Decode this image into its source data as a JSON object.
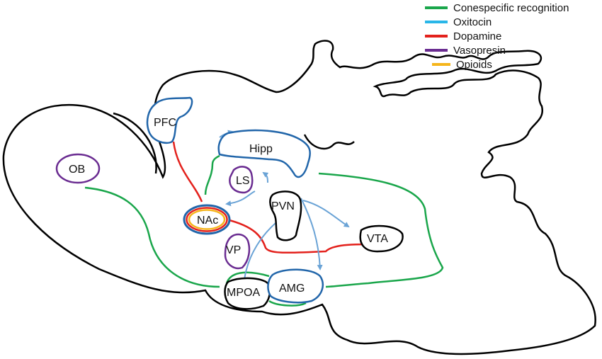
{
  "legend": {
    "items": [
      {
        "label": "Conespecific recognition",
        "color": "#1aa64b"
      },
      {
        "label": "Oxitocin",
        "color": "#29b6e8"
      },
      {
        "label": "Dopamine",
        "color": "#e3211c"
      },
      {
        "label": "Vasopresin",
        "color": "#6a2c91"
      },
      {
        "label": "Opioids",
        "color": "#f5b51b"
      }
    ]
  },
  "regions": {
    "pfc": "PFC",
    "hipp": "Hipp",
    "ob": "OB",
    "ls": "LS",
    "pvn": "PVN",
    "nac": "NAc",
    "vta": "VTA",
    "vp": "VP",
    "mpoa": "MPOA",
    "amg": "AMG"
  },
  "colors": {
    "outline": "#000000",
    "region_blue": "#2266aa",
    "arrow_blue": "#6aa3d6"
  }
}
